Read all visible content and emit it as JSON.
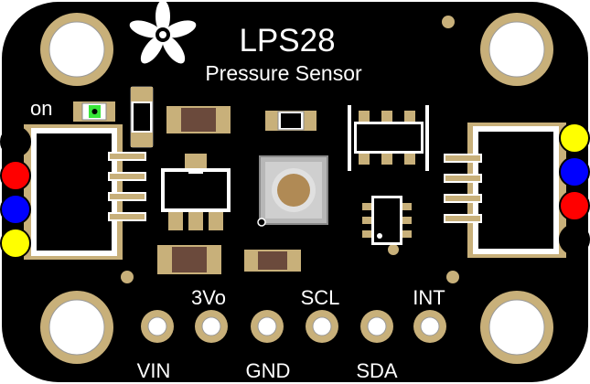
{
  "board": {
    "title": "LPS28",
    "subtitle": "Pressure Sensor",
    "power_label": "on"
  },
  "pins": [
    {
      "label": "VIN"
    },
    {
      "label": "3Vo"
    },
    {
      "label": "GND"
    },
    {
      "label": "SCL"
    },
    {
      "label": "SDA"
    },
    {
      "label": "INT"
    }
  ],
  "left_connector_wires": [
    "#000000",
    "#ff0000",
    "#0000ff",
    "#ffff00"
  ],
  "right_connector_wires": [
    "#ffff00",
    "#0000ff",
    "#ff0000",
    "#000000"
  ],
  "colors": {
    "pcb": "#000000",
    "pad": "#c8b07a",
    "led_green": "#39e639",
    "resistor_body": "#6b4a3c",
    "sensor_body": "#c8c8c8",
    "sensor_port": "#b08a55"
  },
  "icons": {
    "logo": "adafruit-flower-icon"
  }
}
